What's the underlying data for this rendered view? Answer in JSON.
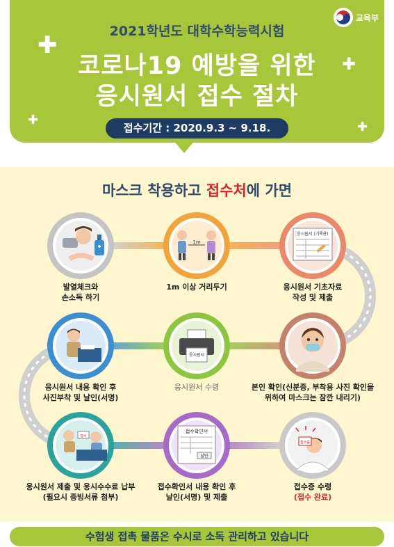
{
  "header": {
    "logo_text": "교육부",
    "subtitle": "2021학년도 대학수학능력시험",
    "title_line1": "코로나19 예방을 위한",
    "title_line2": "응시원서 접수 절차",
    "period": "접수기간 : 2020.9.3 ~ 9.18."
  },
  "panel": {
    "title_pre": "마스크 착용하고 ",
    "title_accent": "접수처",
    "title_post": "에 가면"
  },
  "steps": [
    {
      "lines": [
        "발열체크와",
        "손소독 하기"
      ]
    },
    {
      "lines": [
        "1m 이상 거리두기"
      ],
      "illus_label": "1m"
    },
    {
      "lines": [
        "응시원서 기초자료",
        "작성 및 제출"
      ],
      "illus_label": "응시원서 (기록용)"
    },
    {
      "lines": [
        "본인 확인(신분증, 부착용 사진 확인을",
        "위하여 마스크는 잠깐 내리기)"
      ]
    },
    {
      "lines": [
        "응시원서 수령"
      ],
      "illus_label": "응시원서"
    },
    {
      "lines": [
        "응시원서 내용 확인 후",
        "사진부착 및 날인(서명)"
      ]
    },
    {
      "lines": [
        "응시원서 제출 및 응시수수료 납부",
        "(필요시 증빙서류 첨부)"
      ],
      "illus_label": "접수"
    },
    {
      "lines": [
        "접수확인서 내용 확인 후",
        "날인(서명) 및 제출"
      ],
      "illus_label": "접수확인서",
      "illus_label2": "날인"
    },
    {
      "lines": [
        "접수증 수령",
        "(접수 완료)"
      ],
      "illus_label": "접수증"
    }
  ],
  "footer": {
    "text": "수험생 접촉 물품은 수시로 소독 관리하고 있습니다"
  },
  "colors": {
    "header_green": "#a8c63a",
    "navy": "#1e3c63",
    "panel_bg": "#fdf6cf",
    "accent_red": "#d6252b",
    "ring_gray": "#b8b8b8",
    "ring_orange": "#f2a33a",
    "ring_salmon": "#e9896a",
    "ring_brown": "#c5826a",
    "ring_green": "#8cc63f",
    "ring_blue": "#3b8fd0",
    "ring_teal": "#2aa3a0",
    "ring_purple": "#a56bc7"
  }
}
